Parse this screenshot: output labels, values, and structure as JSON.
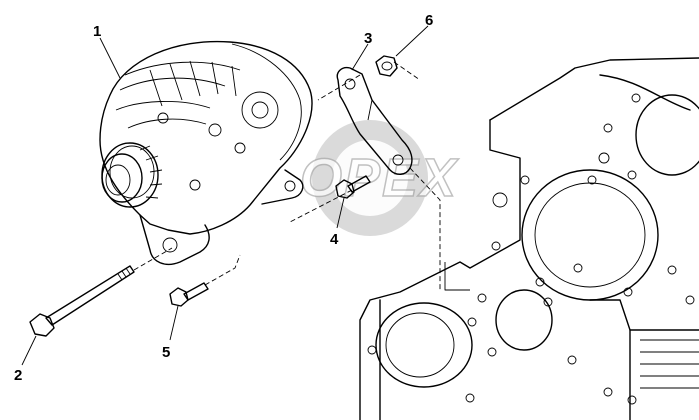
{
  "diagram": {
    "watermark": "OPEX",
    "callouts": [
      {
        "id": "1",
        "label": "1"
      },
      {
        "id": "2",
        "label": "2"
      },
      {
        "id": "3",
        "label": "3"
      },
      {
        "id": "4",
        "label": "4"
      },
      {
        "id": "5",
        "label": "5"
      },
      {
        "id": "6",
        "label": "6"
      }
    ],
    "parts": [
      {
        "callout": "1",
        "icon": "alternator-icon"
      },
      {
        "callout": "2",
        "icon": "long-bolt-icon"
      },
      {
        "callout": "3",
        "icon": "bracket-icon"
      },
      {
        "callout": "4",
        "icon": "short-bolt-icon"
      },
      {
        "callout": "5",
        "icon": "short-bolt-icon"
      },
      {
        "callout": "6",
        "icon": "nut-icon"
      }
    ]
  }
}
